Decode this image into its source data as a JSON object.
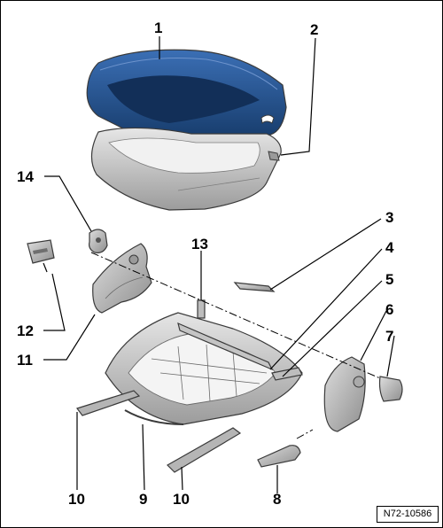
{
  "figure_id": "N72-10586",
  "callouts": {
    "c1": "1",
    "c2": "2",
    "c3": "3",
    "c4": "4",
    "c5": "5",
    "c6": "6",
    "c7": "7",
    "c8": "8",
    "c9": "9",
    "c10a": "10",
    "c10b": "10",
    "c11": "11",
    "c12": "12",
    "c13": "13",
    "c14": "14"
  },
  "colors": {
    "cushion_blue": "#1f4e8c",
    "cushion_dark": "#143866",
    "part_gray": "#cfcfcf",
    "part_gray_dark": "#8a8a8a"
  }
}
